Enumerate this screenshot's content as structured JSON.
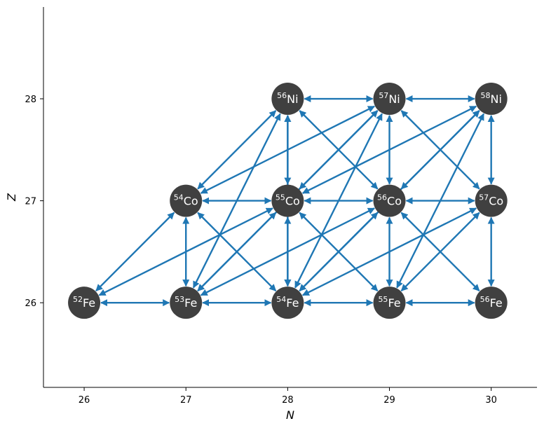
{
  "chart_data": {
    "type": "network",
    "xlabel": "N",
    "ylabel": "Z",
    "xlim": [
      25.6,
      30.45
    ],
    "ylim": [
      25.17,
      28.9
    ],
    "xticks": [
      "26",
      "27",
      "28",
      "29",
      "30"
    ],
    "yticks": [
      "26",
      "27",
      "28"
    ],
    "grid": false,
    "node_color": "#404040",
    "edge_color": "#1f77b4",
    "nodes": [
      {
        "id": "fe52",
        "mass": "52",
        "element": "Fe",
        "n": 26,
        "z": 26
      },
      {
        "id": "fe53",
        "mass": "53",
        "element": "Fe",
        "n": 27,
        "z": 26
      },
      {
        "id": "fe54",
        "mass": "54",
        "element": "Fe",
        "n": 28,
        "z": 26
      },
      {
        "id": "fe55",
        "mass": "55",
        "element": "Fe",
        "n": 29,
        "z": 26
      },
      {
        "id": "fe56",
        "mass": "56",
        "element": "Fe",
        "n": 30,
        "z": 26
      },
      {
        "id": "co54",
        "mass": "54",
        "element": "Co",
        "n": 27,
        "z": 27
      },
      {
        "id": "co55",
        "mass": "55",
        "element": "Co",
        "n": 28,
        "z": 27
      },
      {
        "id": "co56",
        "mass": "56",
        "element": "Co",
        "n": 29,
        "z": 27
      },
      {
        "id": "co57",
        "mass": "57",
        "element": "Co",
        "n": 30,
        "z": 27
      },
      {
        "id": "ni56",
        "mass": "56",
        "element": "Ni",
        "n": 28,
        "z": 28
      },
      {
        "id": "ni57",
        "mass": "57",
        "element": "Ni",
        "n": 29,
        "z": 28
      },
      {
        "id": "ni58",
        "mass": "58",
        "element": "Ni",
        "n": 30,
        "z": 28
      }
    ],
    "edges": [
      [
        "fe52",
        "fe53"
      ],
      [
        "fe53",
        "fe54"
      ],
      [
        "fe54",
        "fe55"
      ],
      [
        "fe55",
        "fe56"
      ],
      [
        "co54",
        "co55"
      ],
      [
        "co55",
        "co56"
      ],
      [
        "co56",
        "co57"
      ],
      [
        "ni56",
        "ni57"
      ],
      [
        "ni57",
        "ni58"
      ],
      [
        "fe53",
        "co54"
      ],
      [
        "fe54",
        "co55"
      ],
      [
        "fe55",
        "co56"
      ],
      [
        "fe56",
        "co57"
      ],
      [
        "co55",
        "ni56"
      ],
      [
        "co56",
        "ni57"
      ],
      [
        "co57",
        "ni58"
      ],
      [
        "fe52",
        "co54"
      ],
      [
        "fe52",
        "co55"
      ],
      [
        "fe53",
        "co55"
      ],
      [
        "fe53",
        "co56"
      ],
      [
        "fe53",
        "ni56"
      ],
      [
        "fe53",
        "ni57"
      ],
      [
        "fe54",
        "co54"
      ],
      [
        "fe54",
        "co56"
      ],
      [
        "fe54",
        "co57"
      ],
      [
        "fe54",
        "ni56"
      ],
      [
        "fe54",
        "ni57"
      ],
      [
        "fe54",
        "ni58"
      ],
      [
        "fe55",
        "co55"
      ],
      [
        "fe55",
        "co57"
      ],
      [
        "fe55",
        "ni58"
      ],
      [
        "fe56",
        "co56"
      ],
      [
        "co54",
        "ni56"
      ],
      [
        "co54",
        "ni57"
      ],
      [
        "co55",
        "ni57"
      ],
      [
        "co55",
        "ni58"
      ],
      [
        "co56",
        "ni56"
      ],
      [
        "co56",
        "ni58"
      ],
      [
        "co57",
        "ni57"
      ]
    ]
  }
}
